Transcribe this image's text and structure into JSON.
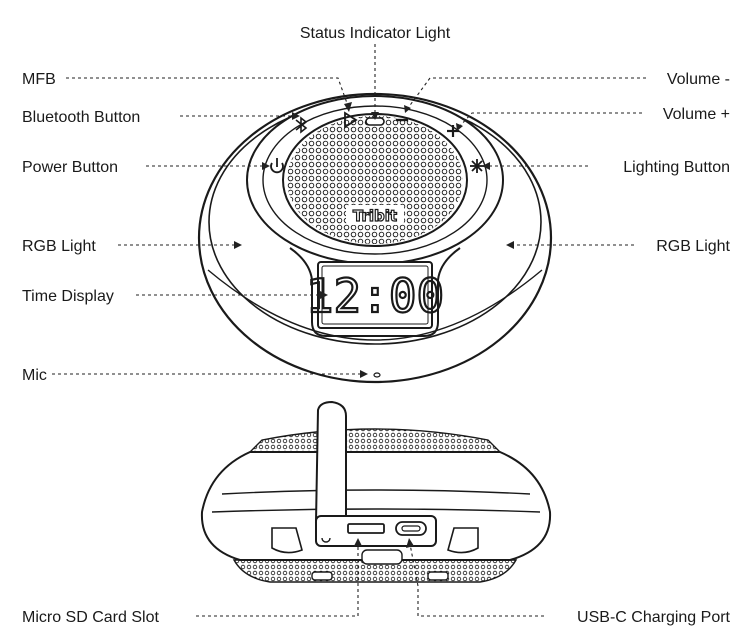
{
  "labels": {
    "status_indicator": "Status Indicator Light",
    "mfb": "MFB",
    "volume_minus": "Volume -",
    "bluetooth_button": "Bluetooth Button",
    "volume_plus": "Volume +",
    "power_button": "Power Button",
    "lighting_button": "Lighting Button",
    "rgb_light_left": "RGB Light",
    "rgb_light_right": "RGB Light",
    "time_display": "Time Display",
    "mic": "Mic",
    "micro_sd": "Micro SD Card Slot",
    "usb_c": "USB-C Charging Port"
  },
  "device": {
    "brand": "Tribit",
    "clock": "12:00"
  },
  "icons": {
    "mfb": "play-icon",
    "bluetooth": "bluetooth-icon",
    "power": "power-icon",
    "volume_minus": "minus-icon",
    "volume_plus": "plus-icon",
    "lighting": "sparkle-icon"
  }
}
